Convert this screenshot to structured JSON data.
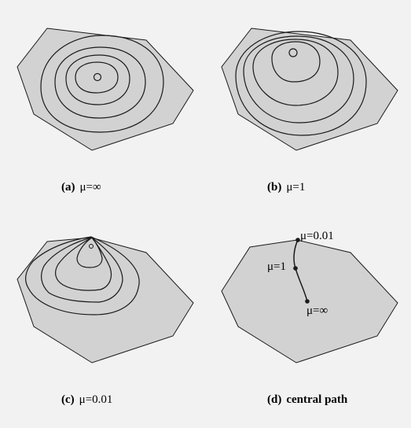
{
  "colors": {
    "background": "#f2f2f2",
    "polygon_fill": "#d2d2d2",
    "stroke": "#1a1a1a"
  },
  "panels": [
    {
      "tag": "(a)",
      "text": "μ=∞"
    },
    {
      "tag": "(b)",
      "text": "μ=1"
    },
    {
      "tag": "(c)",
      "text": "μ=0.01"
    },
    {
      "tag": "(d)",
      "text": "central path"
    }
  ],
  "path_labels": {
    "top": "μ=0.01",
    "middle": "μ=1",
    "bottom": "μ=∞"
  }
}
